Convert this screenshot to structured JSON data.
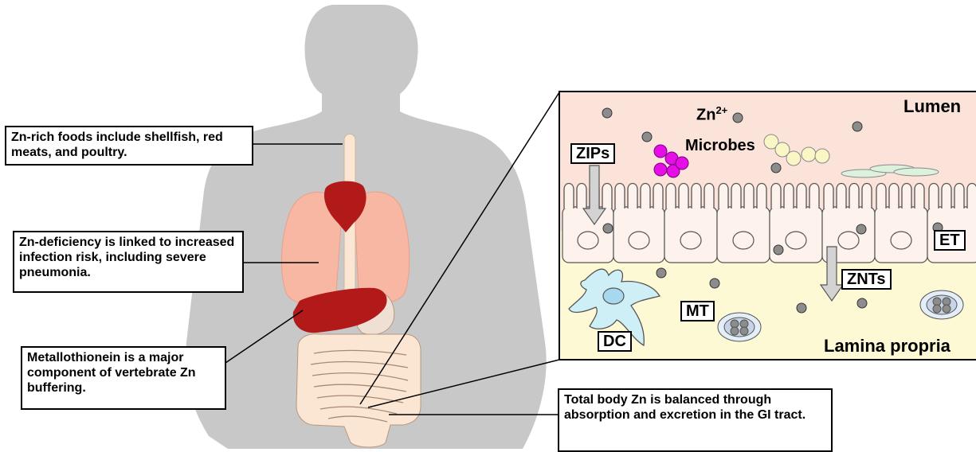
{
  "callouts": {
    "foods": "Zn-rich foods include shellfish, red meats, and poultry.",
    "deficiency": "Zn-deficiency is linked to increased infection risk, including severe pneumonia.",
    "metallothionein": "Metallothionein is a major component of vertebrate Zn buffering.",
    "balance": "Total body Zn is balanced through absorption and excretion in the GI tract."
  },
  "inset": {
    "zn_base": "Zn",
    "zn_charge": "2+",
    "lumen": "Lumen",
    "microbes": "Microbes",
    "zips": "ZIPs",
    "et": "ET",
    "znts": "ZNTs",
    "mt": "MT",
    "dc": "DC",
    "lamina_propria": "Lamina propria"
  },
  "colors": {
    "silhouette": "#c8c8c8",
    "lung": "#f7b7a3",
    "dark_red": "#b21a1a",
    "gut": "#fbe6d4",
    "lumen_bg": "#fbe3da",
    "lamina_bg": "#fdf9d4",
    "cell": "#fdf2ec",
    "microbe_magenta": "#e60ee6",
    "microbe_yellow": "#fbf6c6",
    "microbe_green": "#ddf2dc",
    "zinc": "#8c8c8c",
    "dc": "#cfeff7"
  }
}
